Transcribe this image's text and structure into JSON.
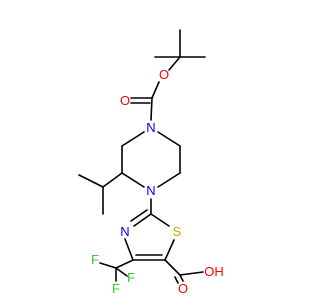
{
  "molecule": {
    "atoms": {
      "o_ester": {
        "label": "O",
        "color": "#ff0000"
      },
      "o_carbonyl_boc": {
        "label": "O",
        "color": "#ff0000"
      },
      "n_piperazine_4": {
        "label": "N",
        "color": "#0000ff"
      },
      "n_piperazine_1": {
        "label": "N",
        "color": "#0000ff"
      },
      "n_thiazole": {
        "label": "N",
        "color": "#0000ff"
      },
      "s_thiazole": {
        "label": "S",
        "color": "#c8a800"
      },
      "f_1": {
        "label": "F",
        "color": "#33cc33"
      },
      "f_2": {
        "label": "F",
        "color": "#33cc33"
      },
      "f_3": {
        "label": "F",
        "color": "#33cc33"
      },
      "o_acid_carbonyl": {
        "label": "O",
        "color": "#ff0000"
      },
      "oh_acid": {
        "label": "OH",
        "color": "#ff0000"
      }
    },
    "colors": {
      "bond": "#000000",
      "background": "#ffffff"
    }
  }
}
